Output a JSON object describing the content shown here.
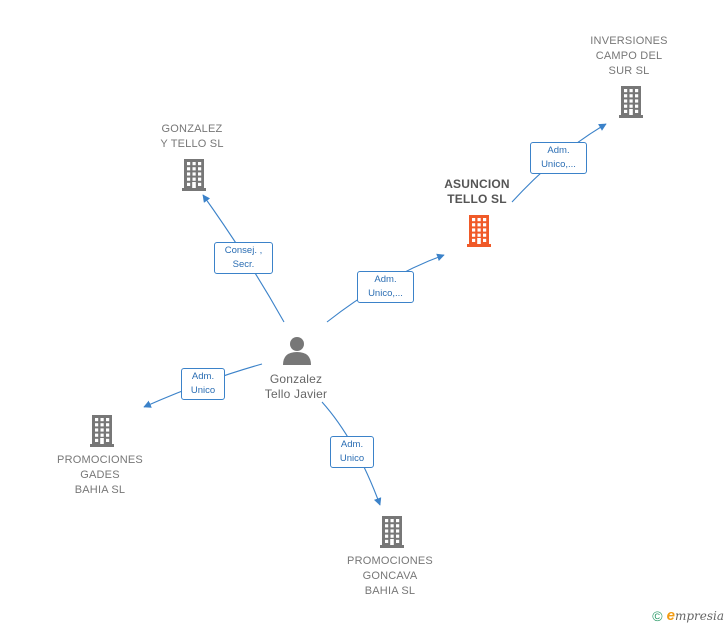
{
  "colors": {
    "edge": "#3b82c9",
    "company_icon": "#777777",
    "focus_icon": "#f05a28",
    "person_icon": "#777777"
  },
  "person": {
    "name": "Gonzalez\nTello Javier",
    "icon": "person-icon"
  },
  "companies": [
    {
      "id": "asuncion",
      "name": "ASUNCION\nTELLO  SL",
      "focus": true
    },
    {
      "id": "inversiones",
      "name": "INVERSIONES\nCAMPO DEL\nSUR  SL",
      "focus": false
    },
    {
      "id": "gonzalez",
      "name": "GONZALEZ\nY TELLO SL",
      "focus": false
    },
    {
      "id": "gades",
      "name": "PROMOCIONES\nGADES\nBAHIA SL",
      "focus": false
    },
    {
      "id": "goncava",
      "name": "PROMOCIONES\nGONCAVA\nBAHIA SL",
      "focus": false
    }
  ],
  "relations": [
    {
      "id": "r1",
      "label": "Adm.\nUnico,...",
      "from": "person",
      "to": "asuncion"
    },
    {
      "id": "r2",
      "label": "Adm.\nUnico,...",
      "from": "asuncion",
      "to": "inversiones"
    },
    {
      "id": "r3",
      "label": "Consej. ,\nSecr.",
      "from": "person",
      "to": "gonzalez"
    },
    {
      "id": "r4",
      "label": "Adm.\nUnico",
      "from": "person",
      "to": "gades"
    },
    {
      "id": "r5",
      "label": "Adm.\nUnico",
      "from": "person",
      "to": "goncava"
    }
  ],
  "brand": {
    "copyright": "©",
    "e": "e",
    "rest": "mpresia"
  }
}
